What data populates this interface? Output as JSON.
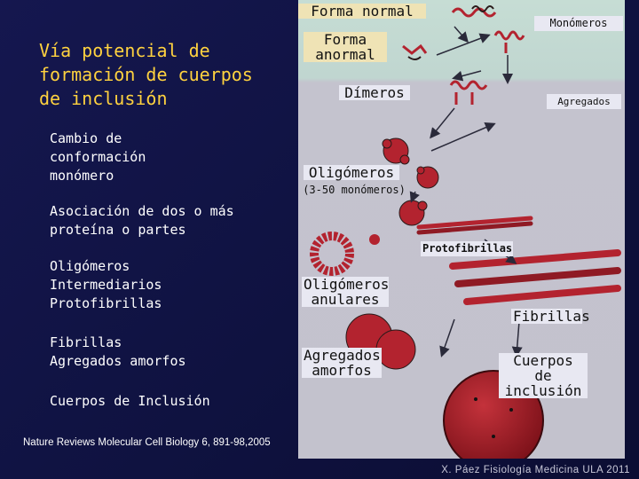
{
  "left_panel": {
    "title": "Vía potencial de formación de cuerpos de inclusión",
    "steps": [
      "Cambio de\nconformación\nmonómero",
      "Asociación de dos o más\nproteína o partes",
      "Oligómeros\nIntermediarios\nProtofibrillas",
      "Fibrillas\nAgregados amorfos",
      "Cuerpos de Inclusión"
    ]
  },
  "figure": {
    "labels": {
      "forma_normal": "Forma normal",
      "forma_anormal": "Forma\nanormal",
      "monomeros": "Monómeros",
      "dimeros": "Dímeros",
      "agregados": "Agregados",
      "oligomeros": "Oligómeros",
      "oligomeros_range": "(3-50 monómeros)",
      "protofibrillas": "Protofibrillas",
      "oligomeros_anulares": "Oligómeros\nanulares",
      "fibrillas": "Fibrillas",
      "agregados_amorfos": "Agregados\namorfos",
      "cuerpos_inclusion": "Cuerpos de\ninclusión"
    }
  },
  "citation": "Nature Reviews Molecular Cell Biology 6, 891-98,2005",
  "credit": "X. Páez Fisiología Medicina ULA 2011",
  "colors": {
    "background": "#121448",
    "title": "#ffd23f",
    "figure_top": "#c6ddd4",
    "figure_bottom": "#c3c2cd",
    "protein": "#b3232f",
    "arrow": "#2a2a3a"
  }
}
